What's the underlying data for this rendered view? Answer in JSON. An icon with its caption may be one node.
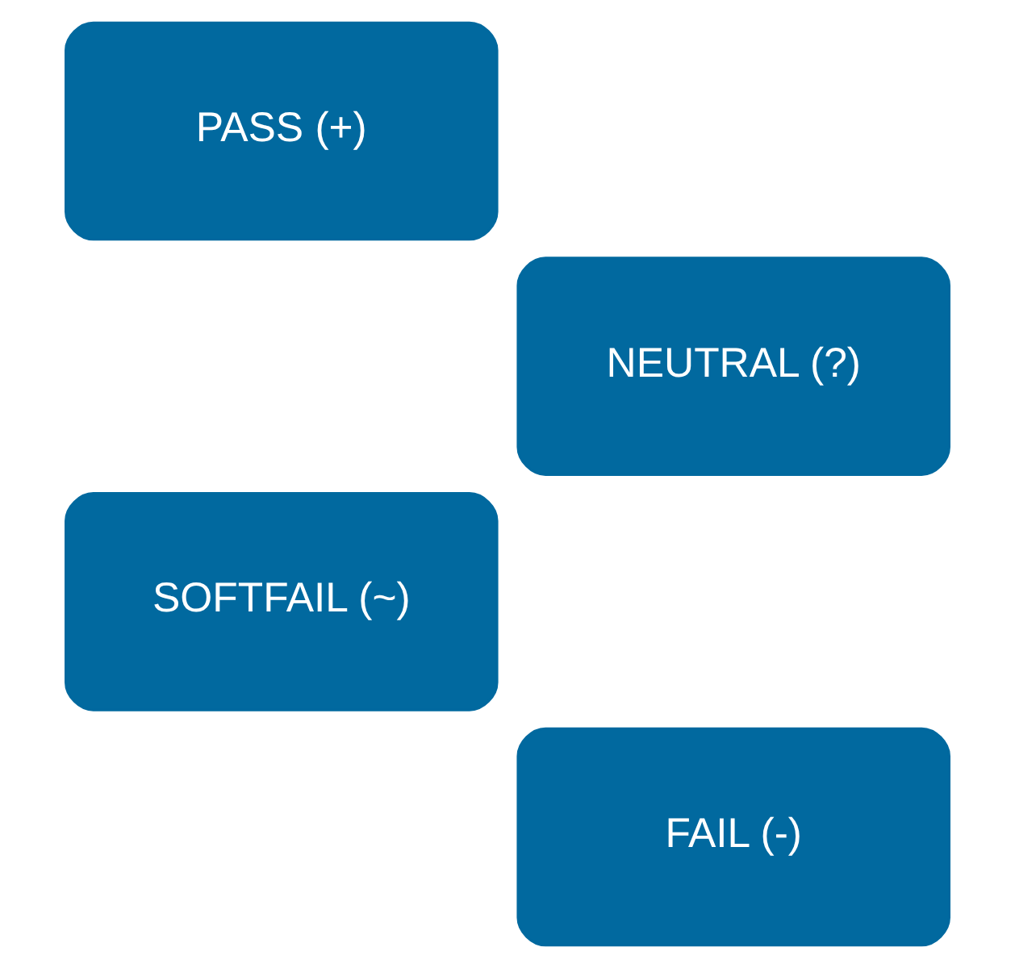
{
  "diagram": {
    "nodes": [
      {
        "text": [
          "PASS (+)"
        ]
      },
      {
        "text": [
          "NEUTRAL (?)"
        ]
      },
      {
        "text": [
          "SOFTFAIL (~)"
        ]
      },
      {
        "text": [
          "FAIL (-)"
        ]
      }
    ],
    "edges": []
  }
}
